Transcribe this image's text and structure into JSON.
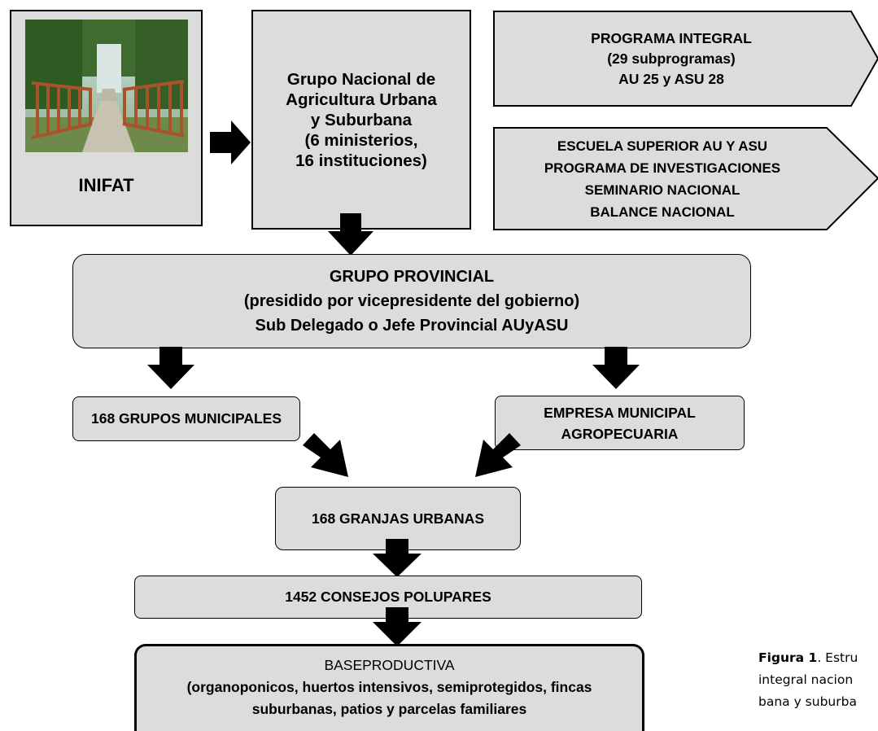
{
  "inifat": {
    "label": "INIFAT",
    "photo_desc_icon": "garden-gate-photo"
  },
  "grupo_nacional": {
    "lines": [
      "Grupo Nacional de",
      "Agricultura Urbana",
      "y  Suburbana",
      "(6 ministerios,",
      "16 instituciones)"
    ]
  },
  "programa_integral": {
    "lines": [
      "PROGRAMA INTEGRAL",
      "(29 subprogramas)",
      "AU 25 y ASU 28"
    ]
  },
  "escuela": {
    "lines": [
      "ESCUELA  SUPERIOR AU Y ASU",
      "PROGRAMA DE INVESTIGACIONES",
      "SEMINARIO NACIONAL",
      "BALANCE NACIONAL"
    ]
  },
  "grupo_provincial": {
    "lines": [
      "GRUPO PROVINCIAL",
      "(presidido por vicepresidente del gobierno)",
      "Sub  Delegado o Jefe Provincial AUyASU"
    ]
  },
  "grupos_municipales": {
    "label": "168 GRUPOS MUNICIPALES"
  },
  "empresa_municipal": {
    "lines": [
      "EMPRESA MUNICIPAL",
      "AGROPECUARIA"
    ]
  },
  "granjas": {
    "label": "168 GRANJAS URBANAS"
  },
  "consejos": {
    "label": "1452 CONSEJOS POLUPARES"
  },
  "base_productiva": {
    "lines": [
      "BASEPRODUCTIVA",
      "(organoponicos, huertos intensivos, semiprotegidos, fincas",
      "suburbanas, patios y parcelas familiares"
    ]
  },
  "caption": {
    "label": "Figura 1",
    "lines": [
      ". Estru",
      "integral nacion",
      "bana y suburba"
    ]
  },
  "colors": {
    "box_fill": "#dcdcdc",
    "border": "#000000",
    "arrow": "#000000"
  }
}
